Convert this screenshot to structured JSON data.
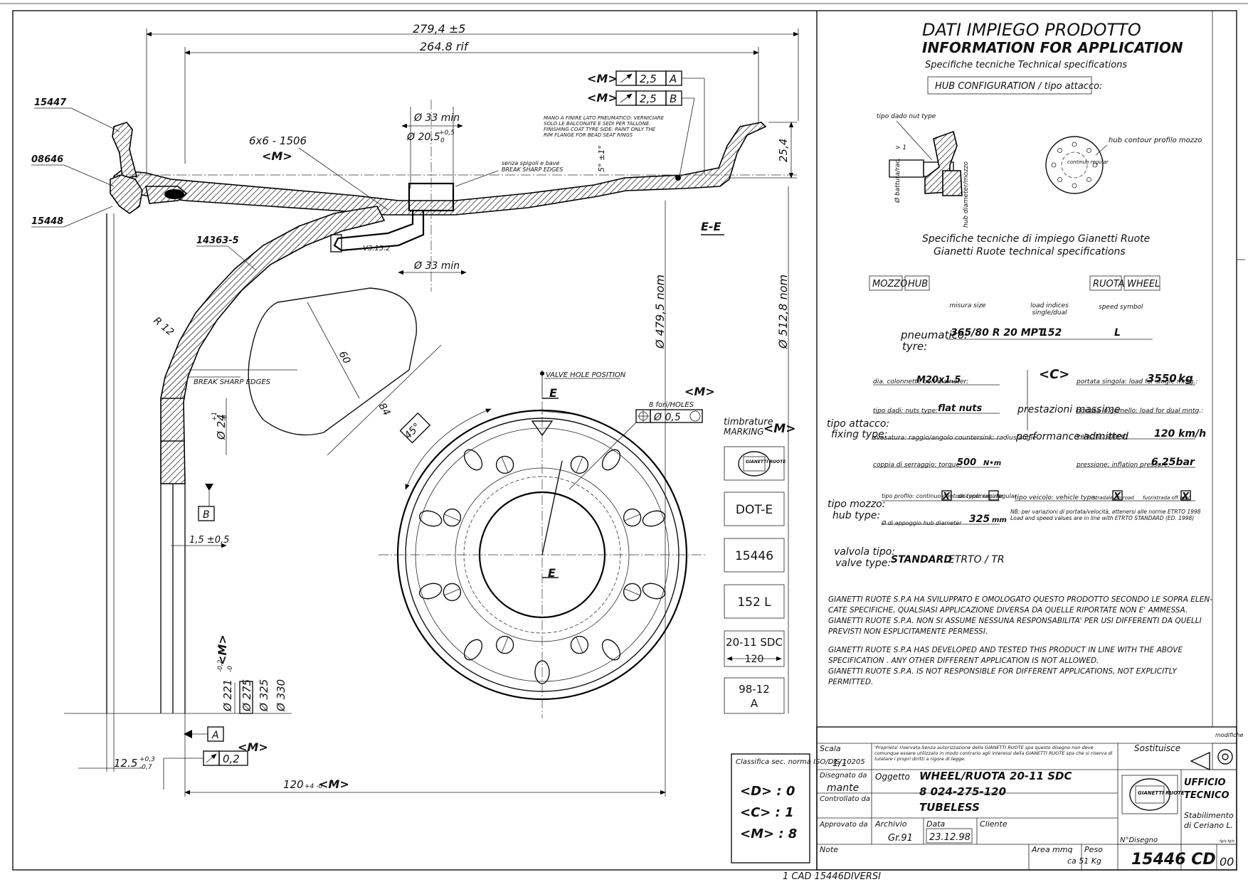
{
  "drawing": {
    "dims": {
      "width_total": "279,4 ±5",
      "width_ref": "264.8 rif",
      "valve_hole": "Ø 33 min",
      "valve_hole_bottom": "Ø 33 min",
      "valve_bore": "Ø 20,5",
      "valve_bore_tol_top": "+0,5",
      "valve_bore_tol_bot": "0",
      "chamfer": "6x6 - 1506",
      "chamfer_m": "<M>",
      "flange_height": "25,4",
      "taper_angle": "5° ±1°",
      "dia_nom": "Ø 479,5 nom",
      "dia_flange": "Ø 512,8 nom",
      "radius": "R 12",
      "bore_24": "Ø 24",
      "bore_24_tol_top": "+1",
      "bore_24_tol_bot": "-0",
      "offset_15": "1,5 ±0,5",
      "dia_221": "Ø 221",
      "dia_221_tol_top": "-0,2",
      "dia_221_tol_bot": "-0",
      "dia_275": "Ø 275",
      "dia_325": "Ø 325",
      "dia_330": "Ø 330",
      "offset_125": "12.5",
      "offset_125_tol_top": "+0,3",
      "offset_125_tol_bot": "-0,7",
      "offset_120": "120",
      "offset_120_tol": "+4 -0",
      "hole_60": "60",
      "hole_84": "84",
      "angle_45": "45°",
      "valve_pos": "VALVE HOLE POSITION",
      "holes_note": "8 fori/HOLES",
      "holes_tol": "Ø 0,5",
      "section": "E-E",
      "section_e": "E"
    },
    "callouts": {
      "m_symbol": "<M>",
      "fcf1_tol": "2,5",
      "fcf1_datum": "A",
      "fcf2_tol": "2,5",
      "fcf2_datum": "B",
      "datum_a": "A",
      "datum_b": "B",
      "runout_tol": "0,2",
      "paint_note": "MANO A FINIRE LATO PNEUMATICO: VERNICIARE SOLO LE BALCONATE E SEDI PER TALLONE. FINISHING COAT TYRE SIDE: PAINT ONLY THE RIM FLANGE FOR BEAD SEAT RINGS",
      "edges_note_it": "senza spigoli e bave",
      "edges_note_en": "BREAK SHARP EDGES",
      "break_sharp": "BREAK SHARP EDGES",
      "valve_code": "V3.15.2",
      "part_15447": "15447",
      "part_08646": "08646",
      "part_15448": "15448",
      "part_14363": "14363-5"
    },
    "marking": {
      "title_it": "timbrature",
      "title_en": "MARKING",
      "m": "<M>",
      "logo": "GIANETTI RUOTE",
      "items": [
        "DOT-E",
        "15446",
        "152 L",
        "20-11 SDC",
        "120",
        "98-12",
        "A"
      ]
    },
    "classification": {
      "title": "Classifica sec. norma ISO/DIS 10205",
      "d": "<D> : 0",
      "c": "<C> : 1",
      "m": "<M> : 8"
    }
  },
  "spec": {
    "title_it": "DATI IMPIEGO PRODOTTO",
    "title_en": "INFORMATION FOR APPLICATION",
    "subtitle": "Specifiche tecniche  Technical specifications",
    "hub_config": "HUB CONFIGURATION / tipo attacco:",
    "nut_type": "tipo dado nut type",
    "gt1": "> 1",
    "dia_battuta": "Ø battuta/rac.",
    "hub_dia_label": "hub diameter/mozzo",
    "hub_contour": "hub contour profilo mozzo",
    "continuo": "continuo regular",
    "specs_it": "Specifiche tecniche di impiego Gianetti Ruote",
    "specs_en": "Gianetti Ruote technical specifications",
    "mozzo": "MOZZO",
    "hub": "HUB",
    "ruota": "RUOTA",
    "wheel": "WHEEL",
    "misura": "misura size",
    "load_idx": "load indices single/dual",
    "speed_sym": "speed symbol",
    "pneumatico": "pneumatico:",
    "tyre": "tyre:",
    "tyre_size": "365/80 R 20 MPT",
    "load_index": "152",
    "speed_symbol": "L",
    "c_symbol": "<C>",
    "bolt_lbl": "dia. colonnette bolt diameter:",
    "bolt_val": "M20x1.5",
    "nut_lbl": "tipo dadi: nuts type:",
    "nut_val": "flat nuts",
    "csk_lbl": "svasatura: raggio/angolo countersink: radius/angle",
    "torque_lbl": "coppia di serraggio: torque:",
    "torque_val": "500",
    "torque_unit": "N•m",
    "fixing_it": "tipo attacco:",
    "fixing_en": "fixing type:",
    "perf_it": "prestazioni massime",
    "perf_en": "performance admitted",
    "single_lbl": "portata singola: load for single mntg.:",
    "single_val": "3550",
    "single_unit": "kg",
    "dual_lbl": "portata in gemello: load for dual mntg.:",
    "speed_lbl": "velocità: speed:",
    "speed_val": "120 km/h",
    "press_lbl": "pressione: inflation pressure:",
    "press_val": "6.25bar",
    "hubtype_it": "tipo mozzo:",
    "hubtype_en": "hub type:",
    "contour_lbl": "tipo profilo: continuo contour type: regular",
    "discont_lbl": "discontinuo irregular",
    "hubdia_lbl": "Ø di appoggio hub diameter",
    "hubdia_val": "325",
    "hubdia_unit": "mm",
    "vehicle_lbl": "tipo veicolo: vehicle type:",
    "onroad": "stradale on road",
    "offroad": "fuoristrada off road",
    "nb": "NB: per variazioni di portata/velocità, attenersi alle norme ETRTO 1998 Load and speed values are in line with ETRTO STANDARD (ED. 1998)",
    "valve_it": "valvola tipo:",
    "valve_en": "valve type:",
    "valve_val": "STANDARD",
    "valve_std": "ETRTO / TR",
    "disclaimer_it": [
      "GIANETTI RUOTE S.P.A HA SVILUPPATO E OMOLOGATO QUESTO PRODOTTO SECONDO LE SOPRA ELEN-",
      "CATE SPECIFICHE, QUALSIASI APPLICAZIONE DIVERSA DA QUELLE RIPORTATE NON E' AMMESSA.",
      "GIANETTI RUOTE S.P.A. NON SI ASSUME NESSUNA RESPONSABILITA' PER USI DIFFERENTI DA QUELLI",
      "PREVISTI NON ESPLICITAMENTE PERMESSI."
    ],
    "disclaimer_en": [
      "GIANETTI RUOTE S.P.A HAS DEVELOPED AND TESTED THIS PRODUCT IN LINE WITH THE ABOVE",
      "SPECIFICATION . ANY OTHER DIFFERENT APPLICATION IS NOT ALLOWED.",
      "GIANETTI RUOTE S.P.A. IS NOT RESPONSIBLE FOR DIFFERENT APPLICATIONS, NOT EXPLICITLY",
      "PERMITTED."
    ]
  },
  "titleblock": {
    "modifiche": "modifiche",
    "scala_lbl": "Scala",
    "scala_val": "1/1",
    "proprieta": "'Proprieta' riservata.Senza autorizzazione della GIANETTI RUOTE spa questo disegno non deve comunque essere utilizzato in modo contrario agli interessi della GIANETTI RUOTE spa che si riserva di tutelare i propri diritti a rigore di legge.",
    "sostituisce": "Sostituisce",
    "disegnato_lbl": "Disegnato da",
    "disegnato_val": "mante",
    "controllato_lbl": "Controllato da",
    "approvato_lbl": "Approvato da",
    "oggetto_lbl": "Oggetto",
    "oggetto_1": "WHEEL/RUOTA 20-11 SDC",
    "oggetto_2": "8 024-275-120",
    "oggetto_3": "TUBELESS",
    "archivio_lbl": "Archivio",
    "archivio_val": "Gr.91",
    "data_lbl": "Data",
    "data_val": "23.12.98",
    "cliente_lbl": "Cliente",
    "ufficio_1": "UFFICIO",
    "ufficio_2": "TECNICO",
    "stab_1": "Stabilimento",
    "stab_2": "di Ceriano L.",
    "logo": "GIANETTI RUOTE",
    "nodisegno_lbl": "N°Disegno",
    "nodisegno_val": "15446 CD",
    "rev": "00",
    "foglio": "fg/o fg/o",
    "note_lbl": "Note",
    "area_lbl": "Area mmq",
    "peso_lbl": "Peso",
    "peso_val": "ca 51 Kg",
    "cad": "1 CAD 15446DIVERSI"
  }
}
